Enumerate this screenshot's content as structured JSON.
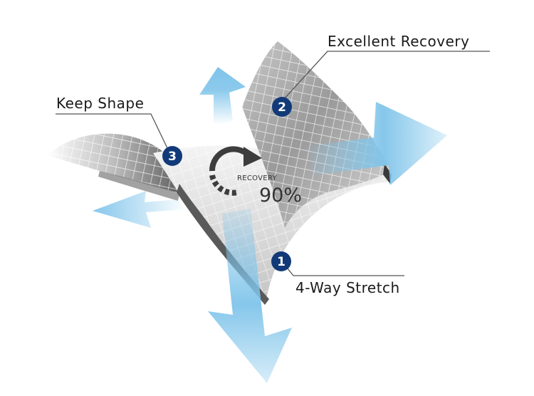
{
  "labels": {
    "excellent_recovery": "Excellent Recovery",
    "keep_shape": "Keep Shape",
    "four_way_stretch": "4-Way Stretch"
  },
  "badges": {
    "one": "1",
    "two": "2",
    "three": "3"
  },
  "recovery": {
    "caption": "RECOVERY",
    "value": "90%"
  },
  "colors": {
    "arrow_blue": "#7fc4ea",
    "badge_navy": "#123a78",
    "fabric_dark": "#6a6a6a",
    "fabric_light": "#efefef",
    "leader_line": "#555555"
  }
}
